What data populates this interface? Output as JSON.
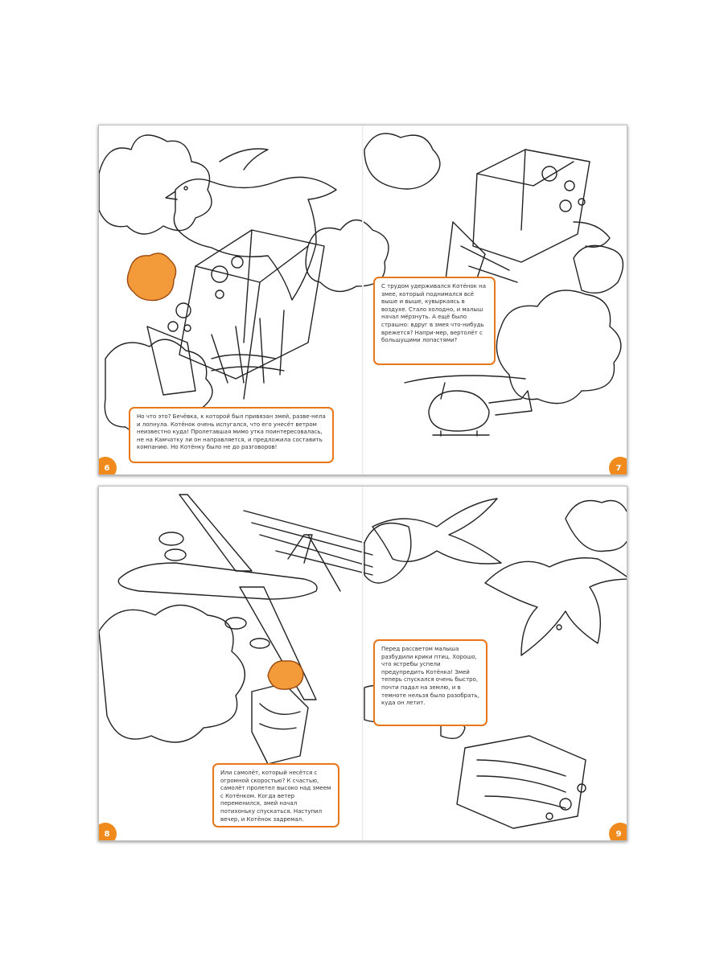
{
  "spreads": [
    {
      "pages": [
        {
          "number": "6",
          "text": "Но что это? Бечёвка, к которой был привязан змей, разве-нела и лопнула. Котёнок очень испугался, что его унесёт ветром неизвестно куда! Пролетавшая мимо утка поинтересовалась, не на Камчатку ли он направляется, и предложила составить компанию. Но Котёнку было не до разговоров!"
        },
        {
          "number": "7",
          "text": "С трудом удерживался Котёнок на змее, который поднимался всё выше и выше, кувыркаясь в воздухе. Стало холодно, и малыш начал мёрзнуть. А ещё было страшно: вдруг в змея что-нибудь врежется? Напри-мер, вертолёт с большущими лопастями?"
        }
      ]
    },
    {
      "pages": [
        {
          "number": "8",
          "text": "Или самолёт, который несётся с огромной скоростью? К счастью, самолёт пролетел высоко над змеем с Котёнком. Когда ветер переменился, змей начал потихоньку спускаться. Наступил вечер, и Котёнок задремал."
        },
        {
          "number": "9",
          "text": "Перед рассветом малыша разбудили крики птиц. Хорошо, что ястребы успели предупредить Котёнка! Змей теперь спускался очень быстро, почти падал на землю, и в темноте нельзя было разобрать, куда он летит."
        }
      ]
    }
  ],
  "colors": {
    "accent": "#f08a1c",
    "border": "#e8761b",
    "kitten": "#f39a3a"
  }
}
